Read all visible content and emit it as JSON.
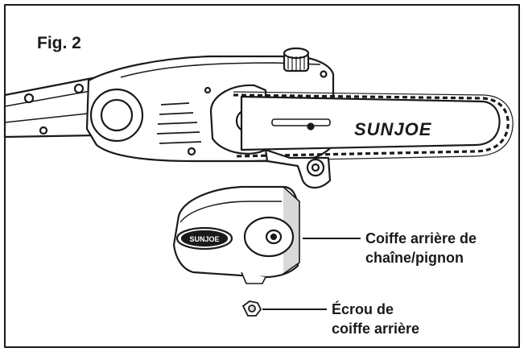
{
  "figure": {
    "title": "Fig. 2",
    "brand": "SUNJOE",
    "cover_brand": "SUNJOE",
    "callouts": {
      "cover": {
        "line1": "Coiffe arrière de",
        "line2": "chaîne/pignon"
      },
      "nut": {
        "line1": "Écrou de",
        "line2": "coiffe arrière"
      }
    },
    "colors": {
      "ink": "#1a1a1a",
      "background": "#ffffff",
      "shade": "#d9d9d9"
    }
  }
}
